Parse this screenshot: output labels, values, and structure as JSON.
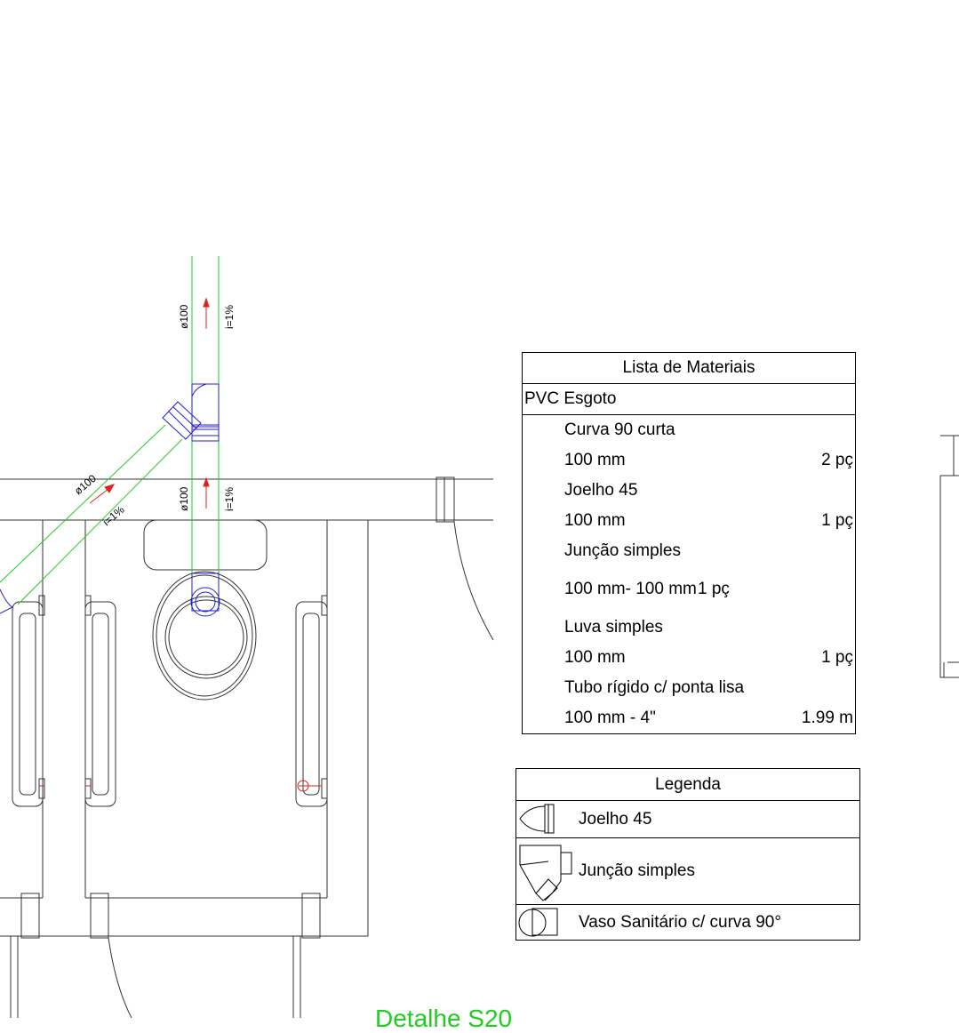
{
  "annotations": {
    "upper_diameter": "ø100",
    "upper_slope": "i=1%",
    "mid_diameter": "ø100",
    "mid_slope": "i=1%",
    "diag_diameter": "ø100",
    "diag_slope": "i=1%"
  },
  "materials": {
    "title": "Lista de Materiais",
    "category": "PVC Esgoto",
    "rows": [
      {
        "label": "Curva 90 curta",
        "qty": ""
      },
      {
        "label": "100 mm",
        "qty": "2 pç"
      },
      {
        "label": "Joelho 45",
        "qty": ""
      },
      {
        "label": "100 mm",
        "qty": "1 pç"
      },
      {
        "label": "Junção simples",
        "qty": ""
      },
      {
        "label": "100 mm- 100 mm",
        "qty": "1 pç"
      },
      {
        "label": "Luva simples",
        "qty": ""
      },
      {
        "label": "100 mm",
        "qty": "1 pç"
      },
      {
        "label": "Tubo rígido c/ ponta lisa",
        "qty": ""
      },
      {
        "label": "100 mm - 4\"",
        "qty": "1.99 m"
      }
    ]
  },
  "legend": {
    "title": "Legenda",
    "items": [
      {
        "label": "Joelho 45",
        "icon": "elbow-45-icon"
      },
      {
        "label": "Junção simples",
        "icon": "wye-junction-icon"
      },
      {
        "label": "Vaso Sanitário c/ curva 90°",
        "icon": "toilet-icon"
      }
    ]
  },
  "detail_label": "Detalhe S20",
  "colors": {
    "pipe": "#22cc22",
    "fitting": "#2222cc",
    "arrow": "#dd2222",
    "line": "#333333"
  }
}
